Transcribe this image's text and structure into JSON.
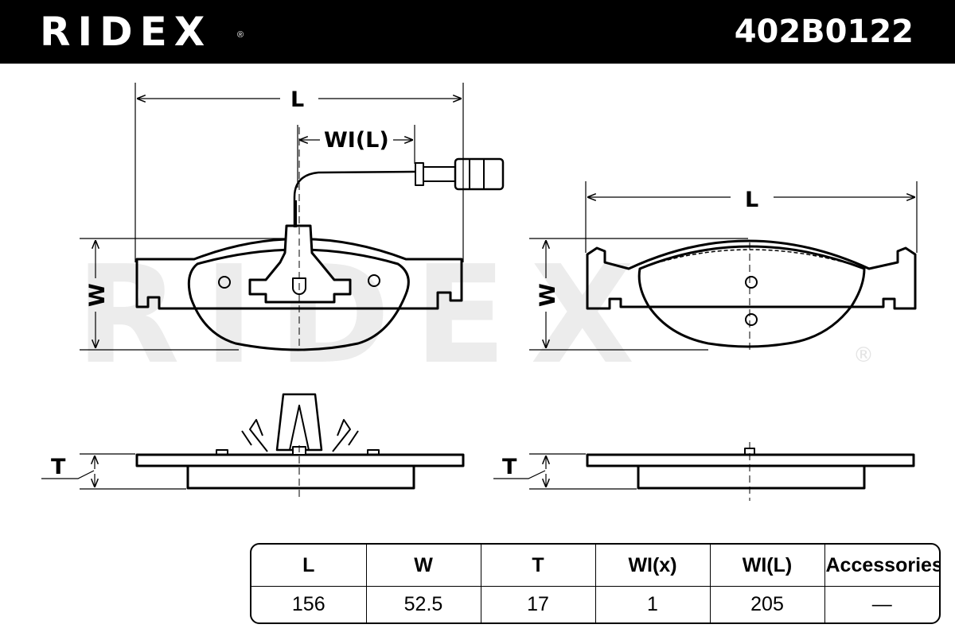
{
  "header": {
    "brand": "RIDEX",
    "brand_mark": "®",
    "part_number": "402B0122"
  },
  "drawing": {
    "watermark": "RIDEX",
    "watermark_mark": "®",
    "labels": {
      "length": "L",
      "wear_indicator_length": "WI(L)",
      "width": "W",
      "thickness": "T"
    }
  },
  "specs": {
    "headers": [
      "L",
      "W",
      "T",
      "WI(x)",
      "WI(L)",
      "Accessories"
    ],
    "values": [
      "156",
      "52.5",
      "17",
      "1",
      "205",
      "—"
    ]
  }
}
